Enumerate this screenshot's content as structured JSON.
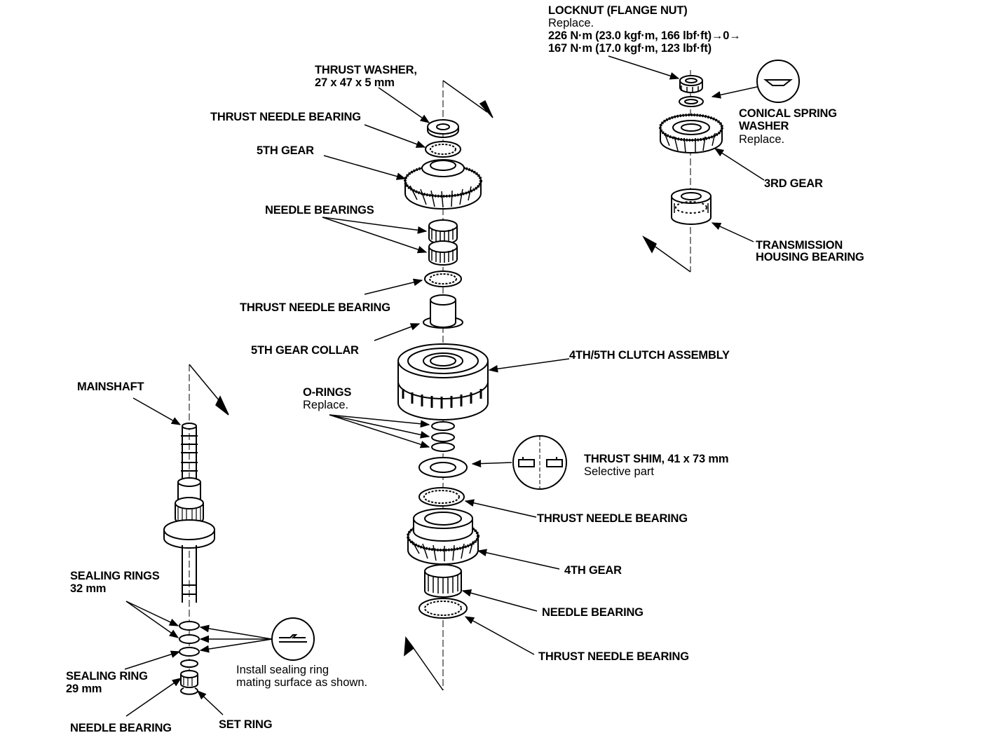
{
  "labels": {
    "locknut": {
      "name": "LOCKNUT (FLANGE NUT)",
      "note": "Replace.",
      "torque1": "226 N·m (23.0 kgf·m, 166 lbf·ft)→0→",
      "torque2": "167 N·m (17.0 kgf·m, 123 lbf·ft)"
    },
    "thrust_washer": {
      "name": "THRUST WASHER,",
      "size": "27 x 47 x 5 mm"
    },
    "thrust_needle_bearing_top": "THRUST NEEDLE BEARING",
    "fifth_gear": "5TH GEAR",
    "needle_bearings": "NEEDLE BEARINGS",
    "thrust_needle_bearing_mid": "THRUST NEEDLE BEARING",
    "fifth_gear_collar": "5TH GEAR COLLAR",
    "conical_spring_washer": {
      "name1": "CONICAL SPRING",
      "name2": "WASHER",
      "note": "Replace."
    },
    "third_gear": "3RD GEAR",
    "transmission_housing_bearing": {
      "line1": "TRANSMISSION",
      "line2": "HOUSING BEARING"
    },
    "clutch_assembly": "4TH/5TH CLUTCH ASSEMBLY",
    "mainshaft": "MAINSHAFT",
    "o_rings": {
      "name": "O-RINGS",
      "note": "Replace."
    },
    "thrust_shim": {
      "name": "THRUST SHIM, 41 x 73 mm",
      "note": "Selective part"
    },
    "thrust_needle_bearing_lower": "THRUST NEEDLE BEARING",
    "fourth_gear": "4TH GEAR",
    "needle_bearing_right": "NEEDLE BEARING",
    "thrust_needle_bearing_bottom": "THRUST NEEDLE BEARING",
    "sealing_rings": {
      "name": "SEALING RINGS",
      "size": "32 mm"
    },
    "sealing_ring": {
      "name": "SEALING RING",
      "size": "29 mm"
    },
    "install_note": {
      "line1": "Install sealing ring",
      "line2": "mating surface as shown."
    },
    "needle_bearing_left": "NEEDLE BEARING",
    "set_ring": "SET RING"
  },
  "colors": {
    "ink": "#000000",
    "paper": "#ffffff"
  }
}
